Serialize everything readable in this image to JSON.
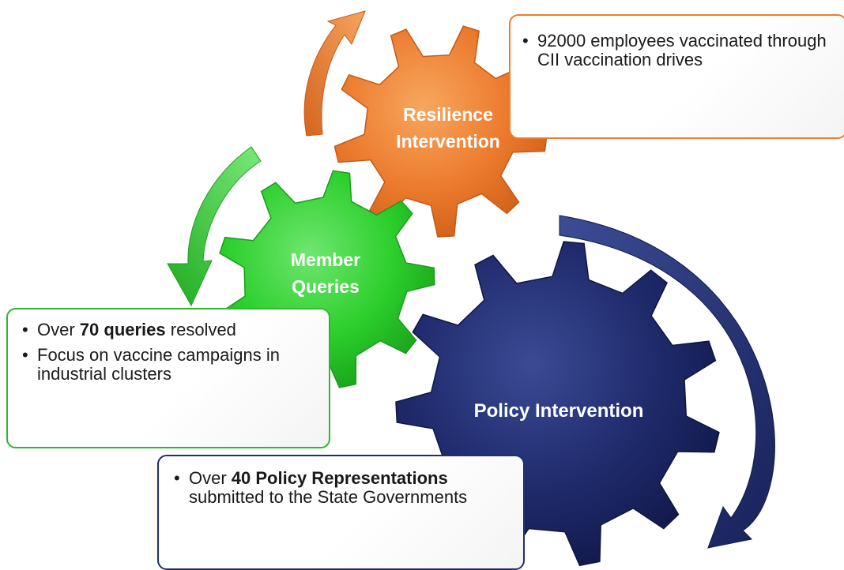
{
  "diagram": {
    "colors": {
      "orange": "#ed7d31",
      "green": "#2ec82e",
      "navy": "#1f2a6b"
    },
    "gears": {
      "resilience": {
        "line1": "Resilience",
        "line2": "Intervention"
      },
      "member": {
        "line1": "Member",
        "line2": "Queries"
      },
      "policy": {
        "line1": "Policy Intervention"
      }
    },
    "callouts": {
      "resilience": {
        "b1": "92000 employees vaccinated through CII vaccination drives"
      },
      "member": {
        "b1_pre": "Over ",
        "b1_bold": "70 queries",
        "b1_post": " resolved",
        "b2": "Focus on vaccine campaigns in industrial clusters"
      },
      "policy": {
        "b1_pre": "Over ",
        "b1_bold": "40 Policy Representations",
        "b1_post": " submitted to the State Governments"
      }
    }
  }
}
